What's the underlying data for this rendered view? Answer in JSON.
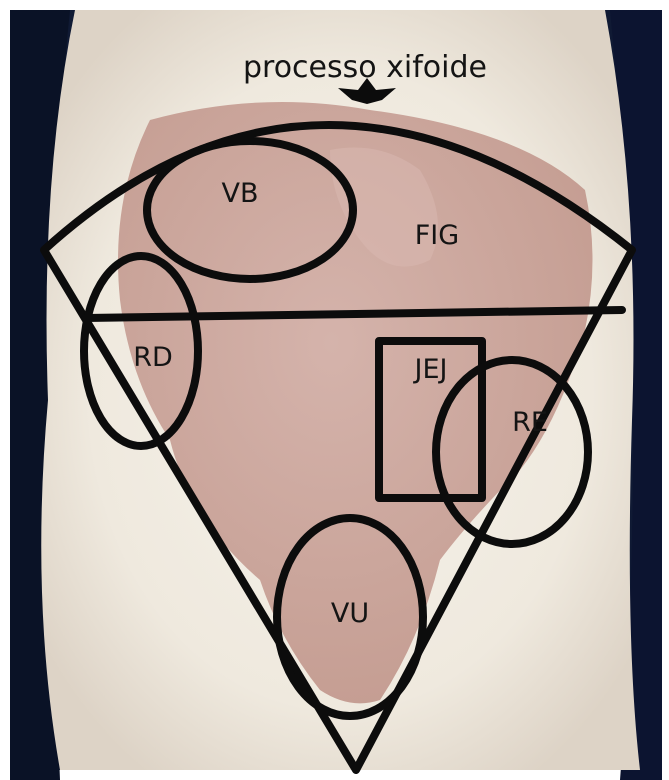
{
  "figure": {
    "title": "processo xifoide",
    "regions": {
      "vb": "VB",
      "fig": "FIG",
      "rd": "RD",
      "jej": "JEJ",
      "re": "RE",
      "vu": "VU"
    },
    "colors": {
      "outline": "#0c0c0c",
      "fur": "#f1ede4",
      "skin": "#c9a49b",
      "background": "#0f1a36"
    }
  }
}
